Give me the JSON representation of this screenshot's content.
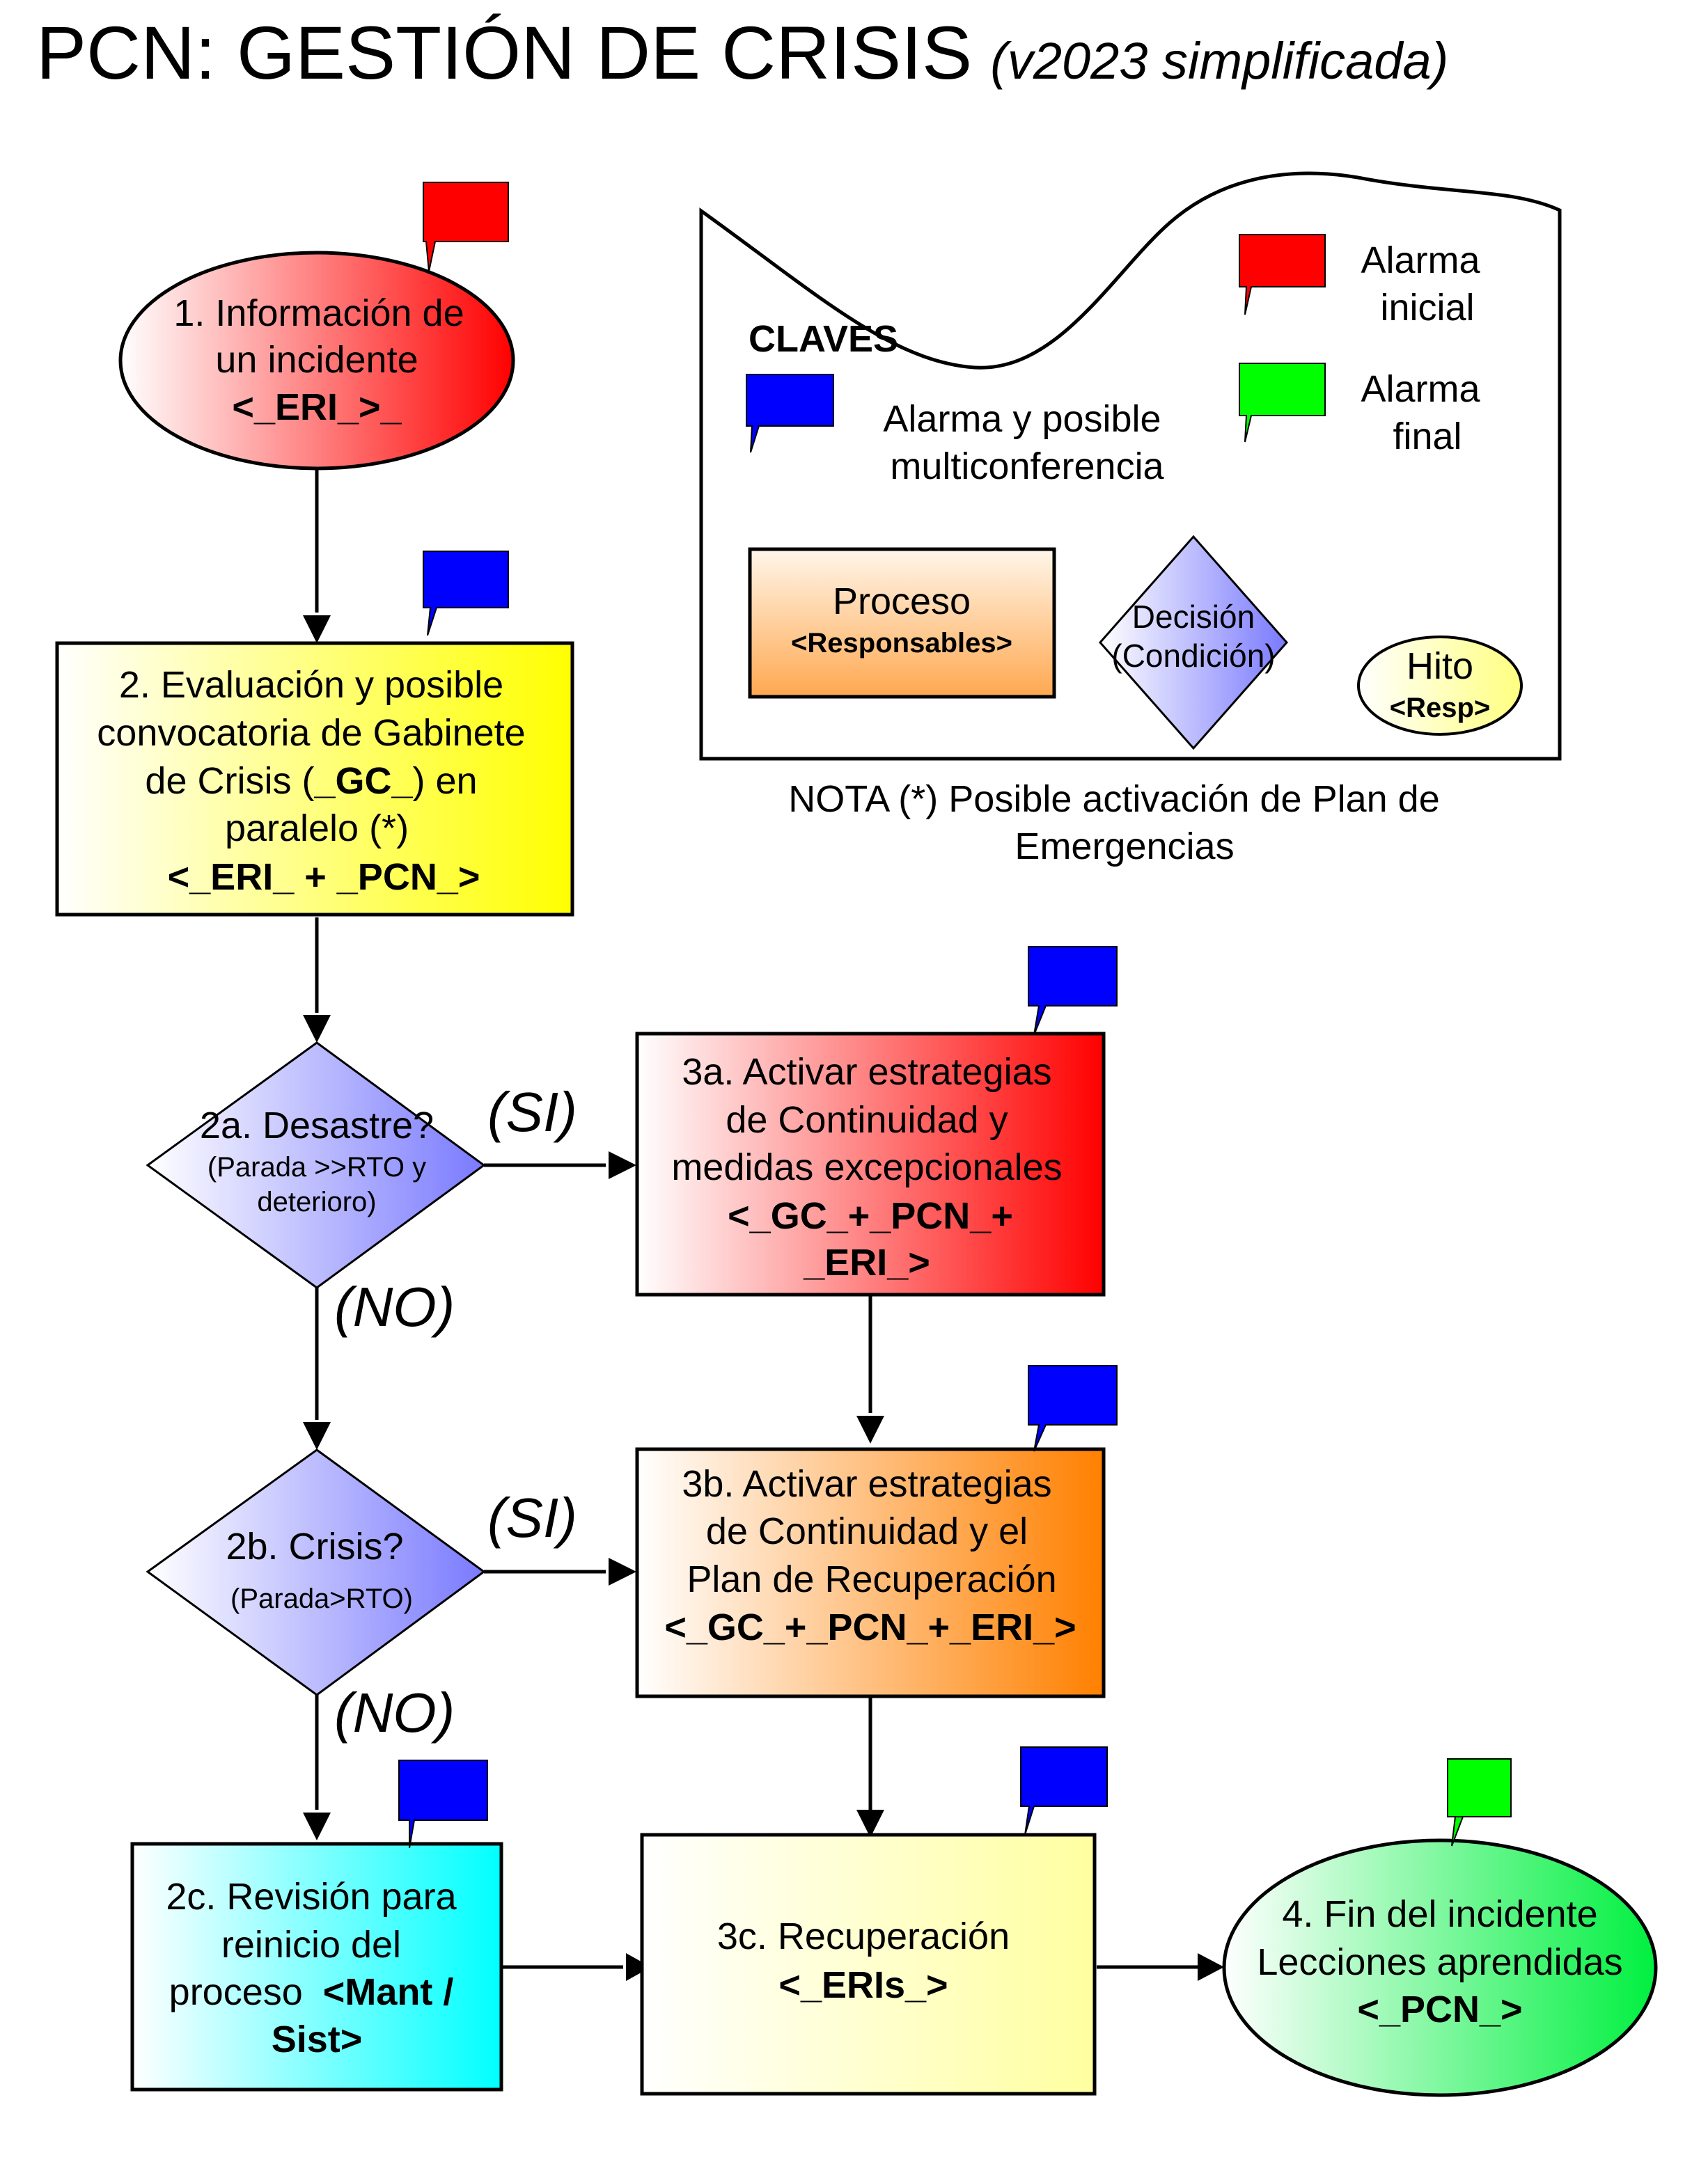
{
  "title": {
    "main": "PCN: GESTIÓN DE CRISIS",
    "subtitle": "(v2023 simplificada)"
  },
  "colors": {
    "alarm_initial": "#ff0000",
    "alarm_conference": "#0000ff",
    "alarm_final": "#00ff00",
    "decision_fill": "#8080ff",
    "stroke": "#000000"
  },
  "nodes": {
    "n1": {
      "lines": [
        "1. Información de",
        "un incidente"
      ],
      "responsible": "<_ERI_>_",
      "shape": "ellipse",
      "alarm": "alarm_initial"
    },
    "n2": {
      "lines": [
        "2. Evaluación y posible",
        "convocatoria de Gabinete"
      ],
      "line3_pre": "de Crisis (",
      "line3_bold": "_GC_",
      "line3_post": ") en",
      "line4": "paralelo (*)",
      "responsible": "<_ERI_ + _PCN_>",
      "shape": "process",
      "alarm": "alarm_conference"
    },
    "n2a": {
      "title": "2a. Desastre?",
      "condition_lines": [
        "(Parada >>RTO y",
        "deterioro)"
      ],
      "shape": "decision"
    },
    "n2b": {
      "title": "2b. Crisis?",
      "condition_lines": [
        "(Parada>RTO)"
      ],
      "shape": "decision"
    },
    "n2c": {
      "lines": [
        "2c. Revisión para",
        "reinicio del"
      ],
      "line3_pre": "proceso ",
      "line3_bold": "<Mant /",
      "line4_bold": "Sist>",
      "shape": "process",
      "alarm": "alarm_conference"
    },
    "n3a": {
      "lines": [
        "3a. Activar estrategias",
        "de Continuidad y",
        "medidas excepcionales"
      ],
      "responsible_lines": [
        "<_GC_+_PCN_+",
        "_ERI_>"
      ],
      "shape": "process",
      "alarm": "alarm_conference"
    },
    "n3b": {
      "lines": [
        "3b. Activar estrategias",
        "de Continuidad y el",
        "Plan de Recuperación"
      ],
      "responsible": "<_GC_+_PCN_+_ERI_>",
      "shape": "process",
      "alarm": "alarm_conference"
    },
    "n3c": {
      "lines": [
        "3c. Recuperación"
      ],
      "responsible": "<_ERIs_>",
      "shape": "process",
      "alarm": "alarm_conference"
    },
    "n4": {
      "lines": [
        "4. Fin del incidente",
        "Lecciones aprendidas"
      ],
      "responsible": "<_PCN_>",
      "shape": "ellipse",
      "alarm": "alarm_final"
    }
  },
  "edges": [
    {
      "from": "n1",
      "to": "n2",
      "label": ""
    },
    {
      "from": "n2",
      "to": "n2a",
      "label": ""
    },
    {
      "from": "n2a",
      "to": "n3a",
      "label": "(SI)"
    },
    {
      "from": "n2a",
      "to": "n2b",
      "label": "(NO)"
    },
    {
      "from": "n2b",
      "to": "n3b",
      "label": "(SI)"
    },
    {
      "from": "n2b",
      "to": "n2c",
      "label": "(NO)"
    },
    {
      "from": "n3a",
      "to": "n3b",
      "label": ""
    },
    {
      "from": "n3b",
      "to": "n3c",
      "label": ""
    },
    {
      "from": "n2c",
      "to": "n3c",
      "label": ""
    },
    {
      "from": "n3c",
      "to": "n4",
      "label": ""
    }
  ],
  "edge_labels": {
    "si_2a": "(SI)",
    "no_2a": "(NO)",
    "si_2b": "(SI)",
    "no_2b": "(NO)"
  },
  "legend": {
    "title": "CLAVES",
    "alarm_initial": [
      "Alarma",
      "inicial"
    ],
    "alarm_conference": [
      "Alarma y posible",
      "multiconferencia"
    ],
    "alarm_final": [
      "Alarma",
      "final"
    ],
    "process": {
      "label": "Proceso",
      "sub": "<Responsables>"
    },
    "decision": {
      "label": "Decisión",
      "sub": "(Condición)"
    },
    "milestone": {
      "label": "Hito",
      "sub": "<Resp>"
    }
  },
  "note": [
    "NOTA (*) Posible activación de Plan de",
    "Emergencias"
  ]
}
